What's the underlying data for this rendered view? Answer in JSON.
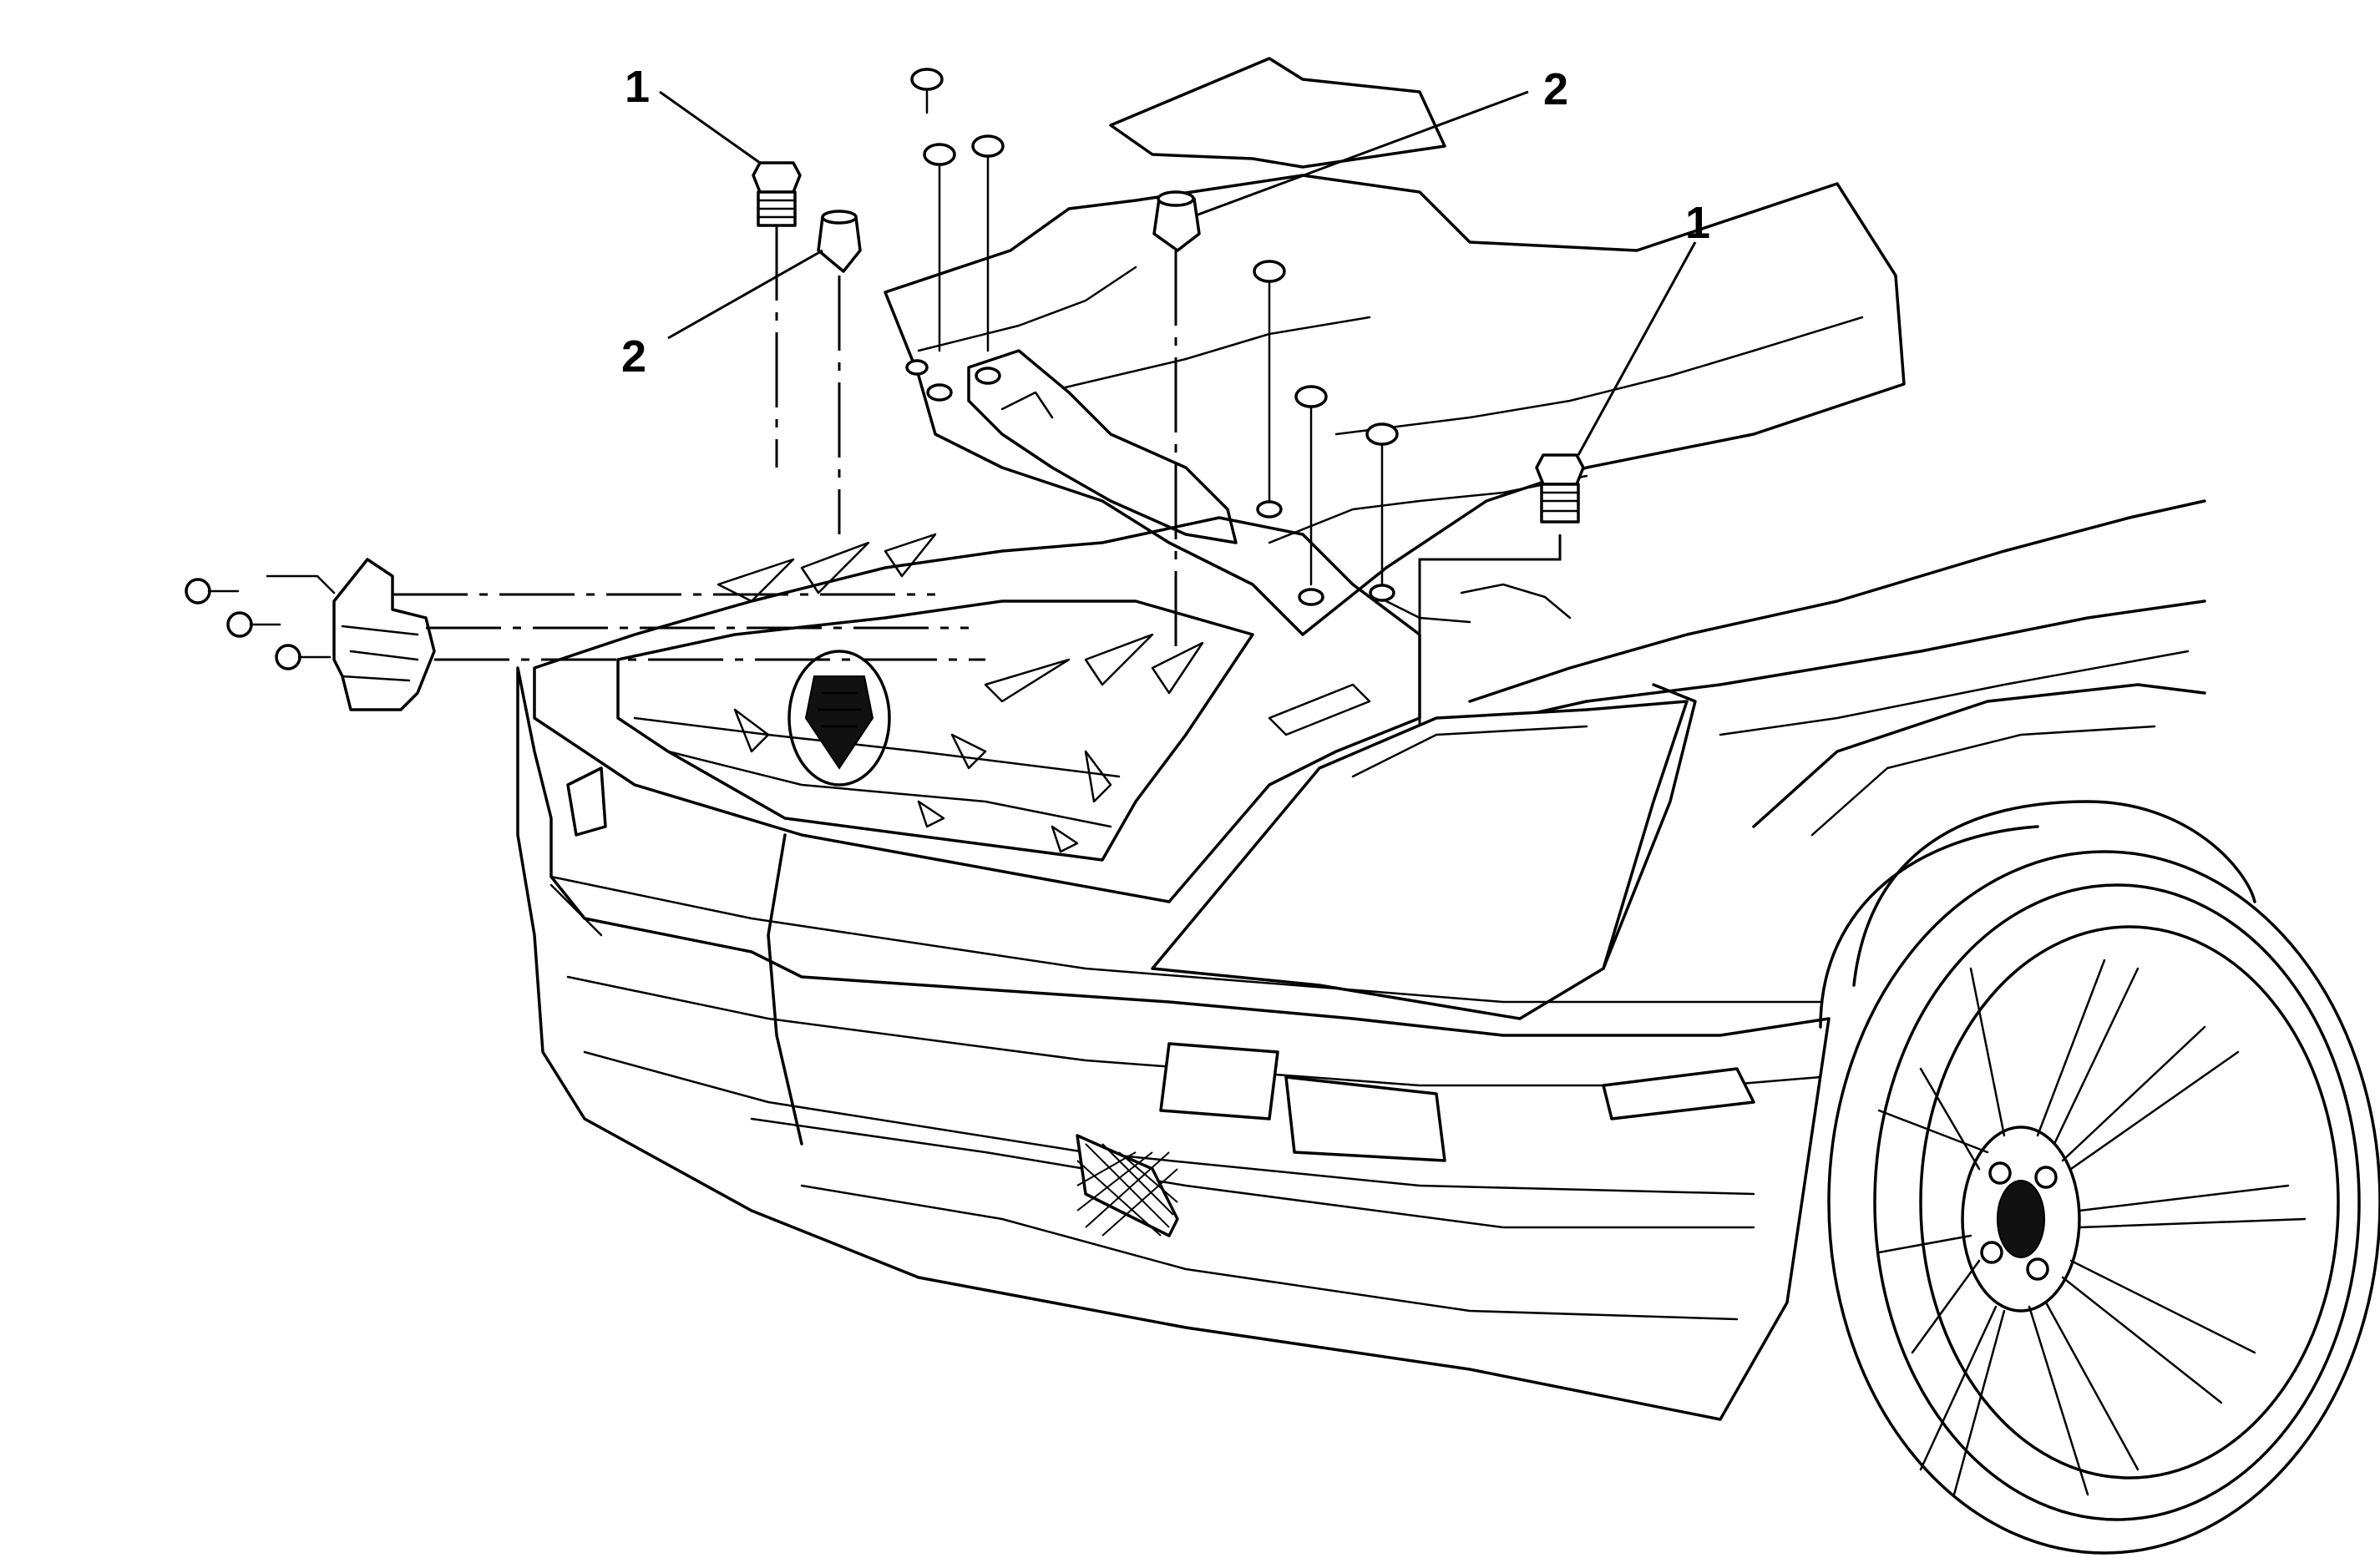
{
  "callouts": {
    "c1_left": "1",
    "c1_right": "1",
    "c2_left": "2",
    "c2_right": "2"
  }
}
